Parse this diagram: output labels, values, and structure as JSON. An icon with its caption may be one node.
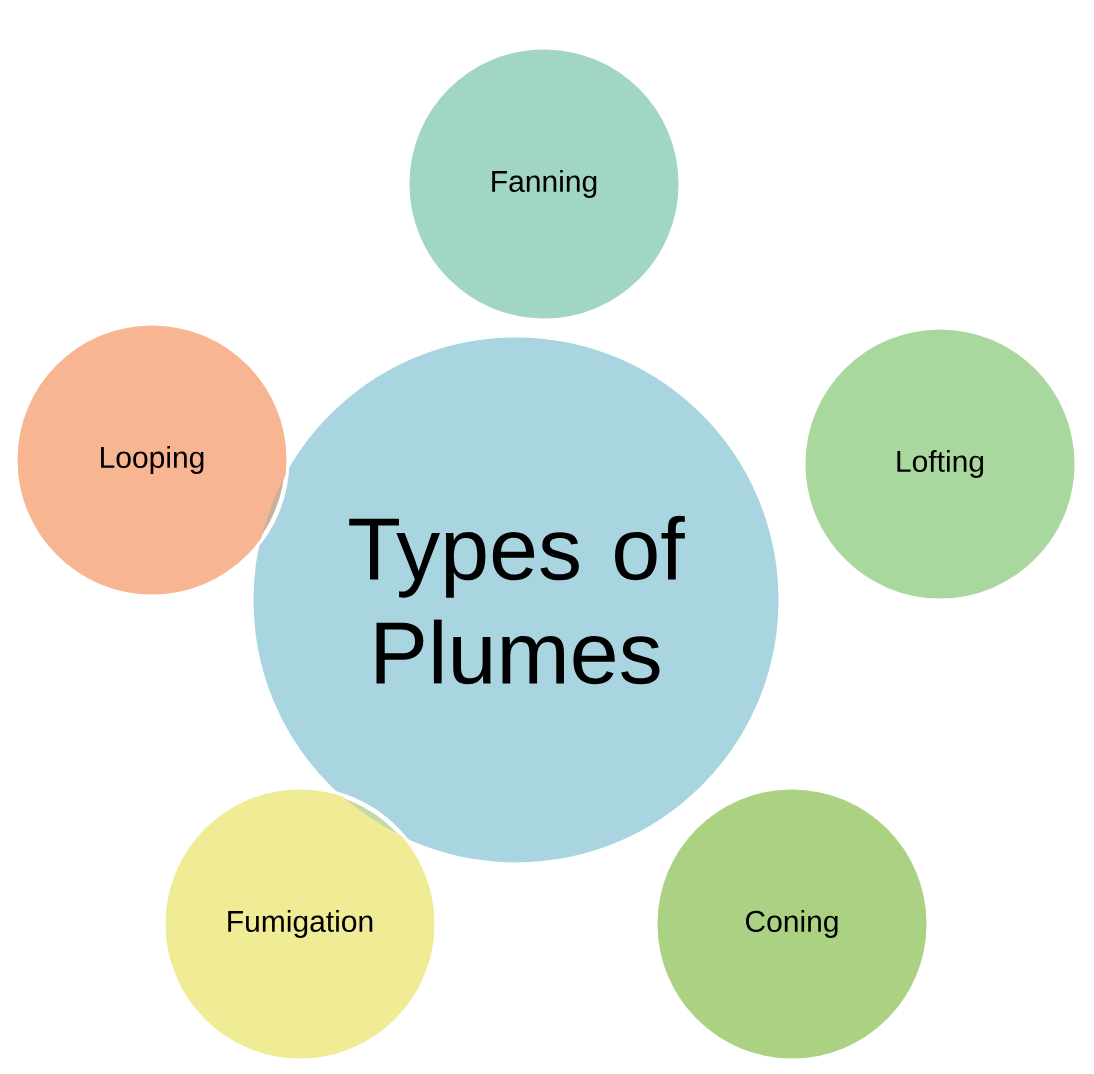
{
  "diagram": {
    "nodes": [
      {
        "text": [
          "Types of Plumes"
        ]
      },
      {
        "text": [
          "Fanning"
        ]
      },
      {
        "text": [
          "Lofting"
        ]
      },
      {
        "text": [
          "Coning"
        ]
      },
      {
        "text": [
          "Fumigation"
        ]
      },
      {
        "text": [
          "Looping"
        ]
      }
    ]
  }
}
